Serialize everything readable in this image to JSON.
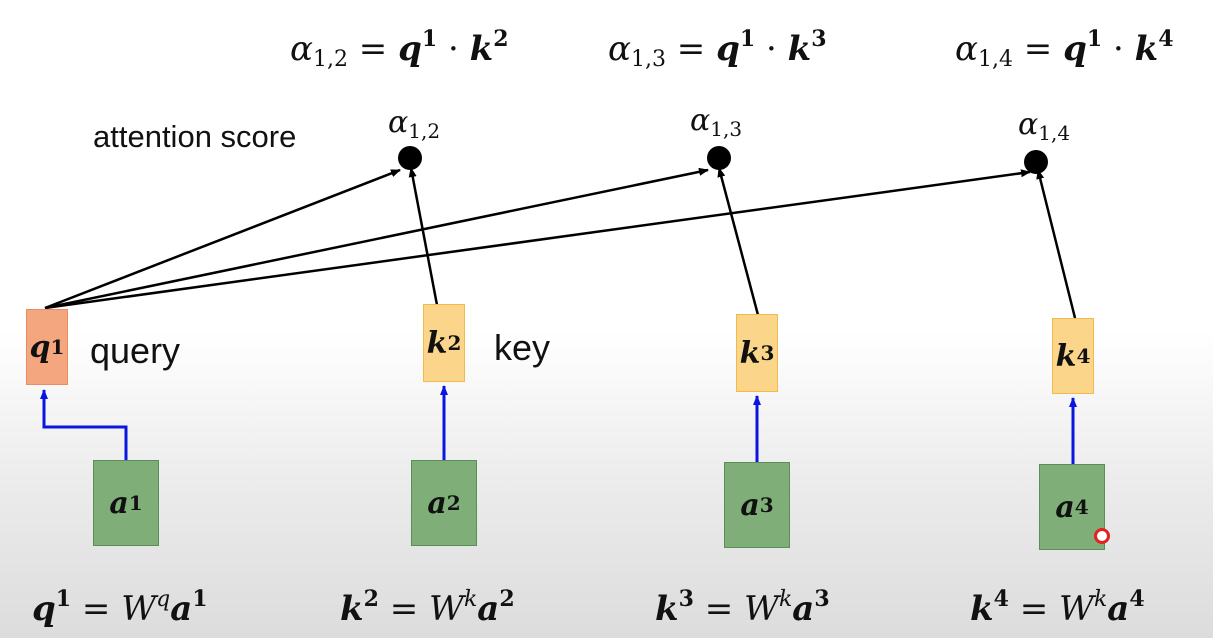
{
  "equations_top": [
    {
      "lhs_symbol": "α",
      "lhs_sub": "1,2",
      "eq": "=",
      "q": "q",
      "q_sup": "1",
      "dot": "·",
      "k": "k",
      "k_sup": "2"
    },
    {
      "lhs_symbol": "α",
      "lhs_sub": "1,3",
      "eq": "=",
      "q": "q",
      "q_sup": "1",
      "dot": "·",
      "k": "k",
      "k_sup": "3"
    },
    {
      "lhs_symbol": "α",
      "lhs_sub": "1,4",
      "eq": "=",
      "q": "q",
      "q_sup": "1",
      "dot": "·",
      "k": "k",
      "k_sup": "4"
    }
  ],
  "score_label": "attention score",
  "score_nodes": [
    {
      "symbol": "α",
      "sub": "1,2"
    },
    {
      "symbol": "α",
      "sub": "1,3"
    },
    {
      "symbol": "α",
      "sub": "1,4"
    }
  ],
  "query_box": {
    "symbol": "q",
    "sup": "1",
    "label": "query"
  },
  "key_boxes": [
    {
      "symbol": "k",
      "sup": "2",
      "label": "key"
    },
    {
      "symbol": "k",
      "sup": "3",
      "label": ""
    },
    {
      "symbol": "k",
      "sup": "4",
      "label": ""
    }
  ],
  "input_boxes": [
    {
      "symbol": "a",
      "sup": "1"
    },
    {
      "symbol": "a",
      "sup": "2"
    },
    {
      "symbol": "a",
      "sup": "3"
    },
    {
      "symbol": "a",
      "sup": "4"
    }
  ],
  "equations_bottom": [
    {
      "lhs": "q",
      "lhs_sup": "1",
      "eq": "=",
      "W": "W",
      "W_sup": "q",
      "a": "a",
      "a_sup": "1"
    },
    {
      "lhs": "k",
      "lhs_sup": "2",
      "eq": "=",
      "W": "W",
      "W_sup": "k",
      "a": "a",
      "a_sup": "2"
    },
    {
      "lhs": "k",
      "lhs_sup": "3",
      "eq": "=",
      "W": "W",
      "W_sup": "k",
      "a": "a",
      "a_sup": "3"
    },
    {
      "lhs": "k",
      "lhs_sup": "4",
      "eq": "=",
      "W": "W",
      "W_sup": "k",
      "a": "a",
      "a_sup": "4"
    }
  ],
  "colors": {
    "query_fill": "#f4a67e",
    "key_fill": "#fbd58a",
    "input_fill": "#7fae78",
    "projection_arrow": "#0a16e0",
    "score_arrow": "#000000"
  }
}
